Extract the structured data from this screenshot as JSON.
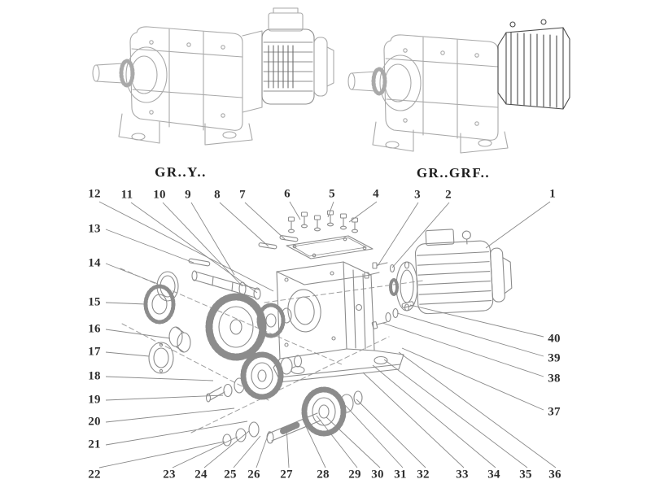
{
  "diagram": {
    "variant_labels": {
      "left": "GR..Y..",
      "right": "GR..GRF.."
    },
    "callouts": {
      "top": [
        "12",
        "11",
        "10",
        "9",
        "8",
        "7",
        "6",
        "5",
        "4",
        "3",
        "2",
        "1"
      ],
      "left": [
        "13",
        "14",
        "15",
        "16",
        "17",
        "18",
        "19",
        "20",
        "21"
      ],
      "right": [
        "40",
        "39",
        "38",
        "37"
      ],
      "bottom": [
        "22",
        "23",
        "24",
        "25",
        "26",
        "27",
        "28",
        "29",
        "30",
        "31",
        "32",
        "33",
        "34",
        "35",
        "36"
      ]
    },
    "colors": {
      "line": "#a9a9a9",
      "exploded_line": "#8c8c8c",
      "dark_fins": "#4a4a4a",
      "text": "#2f2f2f"
    }
  }
}
